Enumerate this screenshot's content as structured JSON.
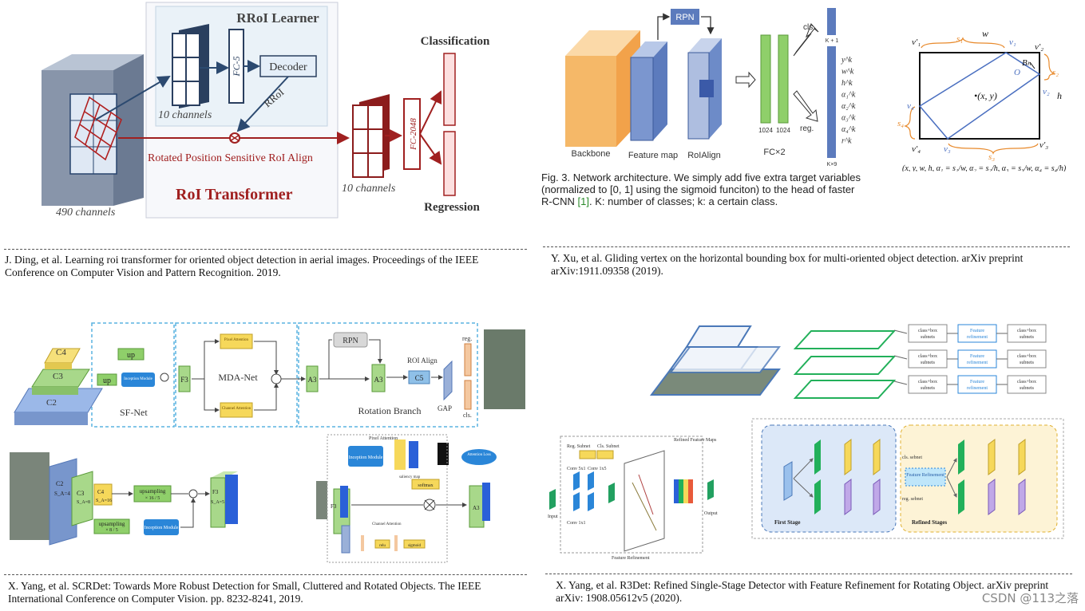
{
  "panel1": {
    "title_learner": "RRoI Learner",
    "fc5": "FC-5",
    "decoder": "Decoder",
    "rroi": "RRoI",
    "channels_10a": "10 channels",
    "align": "Rotated Position Sensitive RoI Align",
    "transformer": "RoI Transformer",
    "channels_490": "490 channels",
    "channels_10b": "10 channels",
    "fc2048": "FC-2048",
    "classification": "Classification",
    "regression": "Regression",
    "caption": "J. Ding, et al. Learning roi transformer for oriented object detection in aerial images. Proceedings of the IEEE Conference on Computer Vision and Pattern Recognition. 2019."
  },
  "panel2": {
    "rpn": "RPN",
    "backbone": "Backbone",
    "feature_map": "Feature map",
    "roialign": "RoIAlign",
    "fc": "FC×2",
    "fc_a": "1024",
    "fc_b": "1024",
    "cls": "cls.",
    "reg": "reg.",
    "k1": "K + 1",
    "k9": "K×9",
    "reg_vars": [
      "y^k",
      "w^k",
      "h^k",
      "α₁^k",
      "α₂^k",
      "α₃^k",
      "α₄^k",
      "r^k"
    ],
    "fig_line1": "Fig. 3. Network architecture. We simply add five extra target variables",
    "fig_line2": "(normalized to [0, 1] using the sigmoid funciton) to the head of faster",
    "fig_line3a": "R-CNN ",
    "fig_ref": "[1]",
    "fig_line3b": ". K: number of classes; k: a certain class.",
    "geo": {
      "w": "w",
      "h": "h",
      "v1p": "v′₁",
      "v2p": "v′₂",
      "v3p": "v′₃",
      "v4p": "v′₄",
      "v1": "v₁",
      "v2": "v₂",
      "v3": "v₃",
      "v4": "v₄",
      "s1": "s₁",
      "s2": "s₂",
      "s3": "s₃",
      "s4": "s₄",
      "bh": "Bₕ",
      "o": "O",
      "xy": "•(x, y)",
      "formula": "(x, y, w, h, α₁ = s₁/w, α₂ = s₂/h, α₃ = s₃/w, α₄ = s₄/h)"
    },
    "caption": "Y. Xu, et al. Gliding vertex on the horizontal bounding box for multi-oriented object detection. arXiv preprint arXiv:1911.09358 (2019)."
  },
  "panel3": {
    "c4": "C4",
    "c3": "C3",
    "c2": "C2",
    "up1": "up",
    "up2": "up",
    "inception": "Inception Module",
    "sfnet": "SF-Net",
    "f3": "F3",
    "pixel_att": "Pixel Attention",
    "channel_att": "Channel Attention",
    "mda": "MDA-Net",
    "a3a": "A3",
    "a3b": "A3",
    "rpn": "RPN",
    "roialign": "ROI Align",
    "c5": "C5",
    "gap": "GAP",
    "regl": "reg.",
    "clsl": "cls.",
    "rotation": "Rotation Branch",
    "c2b": "C2",
    "c3b": "C3",
    "c4b": "C4",
    "sa4": "S_A=4",
    "sa8": "S_A=8",
    "sa16": "S_A=16",
    "ups1": "upsampling",
    "ups1b": "× 16 / 5",
    "ups2": "upsampling",
    "ups2b": "× 8 / 5",
    "inception2": "Inception Module",
    "f3b": "F3",
    "sa5": "S_A=5",
    "pixel_att2": "Pixel Attention",
    "inception3": "Inception Module",
    "saliency": "saliency map",
    "softmax": "softmax",
    "att_loss": "Attention Loss",
    "channel_att2": "Channel Attention",
    "relu": "relu",
    "sigmoid": "sigmoid",
    "a3c": "A3",
    "caption": "X. Yang, et al. SCRDet: Towards More Robust Detection for Small, Cluttered and Rotated Objects. The IEEE International Conference on Computer Vision. pp. 8232-8241, 2019."
  },
  "panel4": {
    "heads": [
      [
        "class+box subnets",
        "Feature refinement",
        "class+box subnets"
      ],
      [
        "class+box subnets",
        "Feature refinement",
        "class+box subnets"
      ],
      [
        "class+box subnets",
        "Feature refinement",
        "class+box subnets"
      ]
    ],
    "reg_subnet": "Reg. Subnet",
    "cls_subnet": "Cls. Subnet",
    "conv5x1": "Conv 5x1",
    "conv1x5": "Conv 1x5",
    "conv1x1": "Conv 1x1",
    "input": "Input",
    "output": "Output",
    "refined_maps": "Refined Feature Maps",
    "feat_ref": "Feature Refinement",
    "first_stage": "First Stage",
    "refined_stages": "Refined Stages",
    "cls_sebnet": "cls. sebnet",
    "reg_sebnet": "reg. sebnet",
    "fr_box": "Feature Refinement",
    "caption": "X. Yang, et al. R3Det: Refined Single-Stage Detector with Feature Refinement for Rotating Object. arXiv preprint arXiv: 1908.05612v5 (2020)."
  },
  "watermark": "CSDN @113之落"
}
